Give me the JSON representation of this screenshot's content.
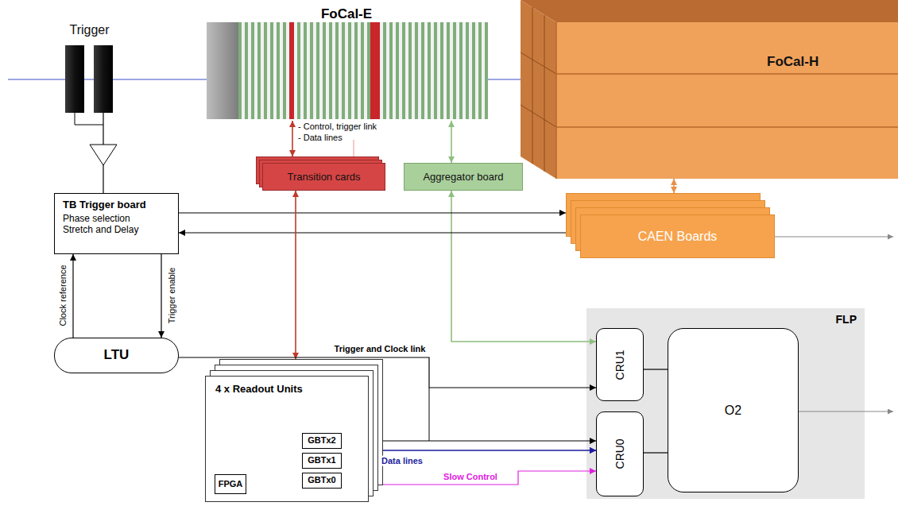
{
  "diagram": {
    "nodes": [
      {
        "text": [
          "Trigger"
        ]
      },
      {
        "text": [
          "FoCal-E"
        ]
      },
      {
        "text": [
          "FoCal-H"
        ]
      },
      {
        "text": [
          "Transition cards"
        ]
      },
      {
        "text": [
          "Aggregator board"
        ]
      },
      {
        "text": [
          "TB Trigger board",
          "Phase selection Stretch and Delay"
        ]
      },
      {
        "text": [
          "CAEN Boards"
        ]
      },
      {
        "text": [
          "LTU"
        ]
      },
      {
        "text": [
          "FLP"
        ]
      },
      {
        "text": [
          "CRU1"
        ],
        "in": 8
      },
      {
        "text": [
          "CRU0"
        ],
        "in": 8
      },
      {
        "text": [
          "O2"
        ],
        "in": 8
      },
      {
        "text": [
          "4 x Readout Units"
        ]
      },
      {
        "text": [
          "GBTx2"
        ],
        "in": 12
      },
      {
        "text": [
          "GBTx1"
        ],
        "in": 12
      },
      {
        "text": [
          "GBTx0"
        ],
        "in": 12
      },
      {
        "text": [
          "FPGA"
        ],
        "in": 12
      }
    ],
    "edges": [
      {
        "from": 0,
        "to": 5,
        "arrow": "none"
      },
      {
        "from": 1,
        "to": 3,
        "arrow": "both"
      },
      {
        "from": 1,
        "to": 4,
        "arrow": "both"
      },
      {
        "from": 4,
        "to": 9,
        "arrow": "both"
      },
      {
        "from": 2,
        "to": 6,
        "arrow": "both"
      },
      {
        "from": 5,
        "to": 6,
        "arrow": "to"
      },
      {
        "from": 6,
        "to": 5,
        "arrow": "to"
      },
      {
        "from": 7,
        "to": 5,
        "label": "Clock reference",
        "arrow": "to"
      },
      {
        "from": 5,
        "to": 7,
        "label": "Trigger enable",
        "arrow": "to"
      },
      {
        "from": 3,
        "to": 12,
        "arrow": "both"
      },
      {
        "from": 7,
        "to": 9,
        "label": "Trigger and Clock link",
        "arrow": "to"
      },
      {
        "from": 13,
        "to": 10,
        "arrow": "to"
      },
      {
        "from": 14,
        "to": 10,
        "label": "Data lines",
        "arrow": "to"
      },
      {
        "from": 15,
        "to": 10,
        "arrow": "to"
      },
      {
        "from": 15,
        "to": 10,
        "label": "Slow Control",
        "arrow": "to"
      },
      {
        "from": 9,
        "to": 11,
        "arrow": "none"
      },
      {
        "from": 10,
        "to": 11,
        "arrow": "none"
      }
    ],
    "labels": [
      "- Control, trigger link",
      "- Data lines"
    ]
  }
}
